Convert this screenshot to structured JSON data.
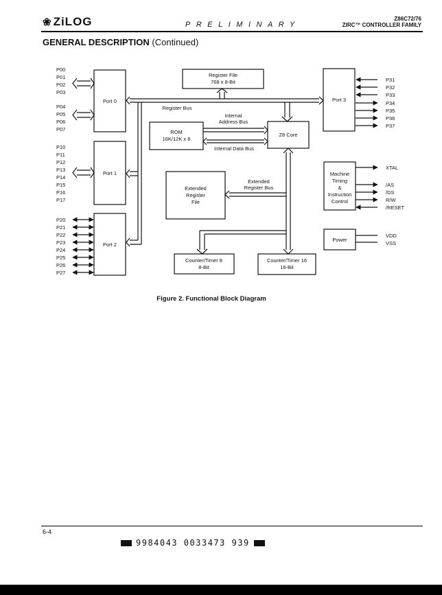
{
  "header": {
    "logo": "ZiLOG",
    "preliminary": "PRELIMINARY",
    "part_number": "Z86C72/76",
    "family": "ZIRC™ CONTROLLER FAMILY"
  },
  "heading": {
    "bold": "GENERAL DESCRIPTION",
    "normal": " (Continued)"
  },
  "diagram": {
    "port0": "Port 0",
    "port1": "Port 1",
    "port2": "Port 2",
    "port3": "Port 3",
    "register_file": [
      "Register File",
      "768 x 8-Bit"
    ],
    "rom": [
      "ROM",
      "16K/12K x 8"
    ],
    "z8_core": "Z8 Core",
    "extended_register_file": [
      "Extended",
      "Register",
      "File"
    ],
    "counter_timer_8": [
      "Counter/Timer 8",
      "8-Bit"
    ],
    "counter_timer_16": [
      "Counter/Timer 16",
      "16-Bit"
    ],
    "machine_timing": [
      "Machine",
      "Timing",
      "&",
      "Instruction",
      "Control"
    ],
    "power": "Power",
    "register_bus": "Register Bus",
    "internal_address_bus": [
      "Internal",
      "Address Bus"
    ],
    "internal_data_bus": "Internal Data Bus",
    "extended_register_bus": [
      "Extended",
      "Register Bus"
    ],
    "pins_port0": [
      "P00",
      "P01",
      "P02",
      "P03",
      "P04",
      "P05",
      "P06",
      "P07"
    ],
    "pins_port1": [
      "P10",
      "P11",
      "P12",
      "P13",
      "P14",
      "P15",
      "P16",
      "P17"
    ],
    "pins_port2": [
      "P20",
      "P21",
      "P22",
      "P23",
      "P24",
      "P25",
      "P26",
      "P27"
    ],
    "pins_port3": [
      "P31",
      "P32",
      "P33",
      "P34",
      "P35",
      "P36",
      "P37"
    ],
    "pins_control": [
      "XTAL",
      "/AS",
      "/DS",
      "R/W",
      "/RESET"
    ],
    "pins_power": [
      "VDD",
      "VSS"
    ]
  },
  "caption": "Figure 2.  Functional Block Diagram",
  "footer": {
    "page": "6-4",
    "barcode": "9984043 0033473 939"
  }
}
